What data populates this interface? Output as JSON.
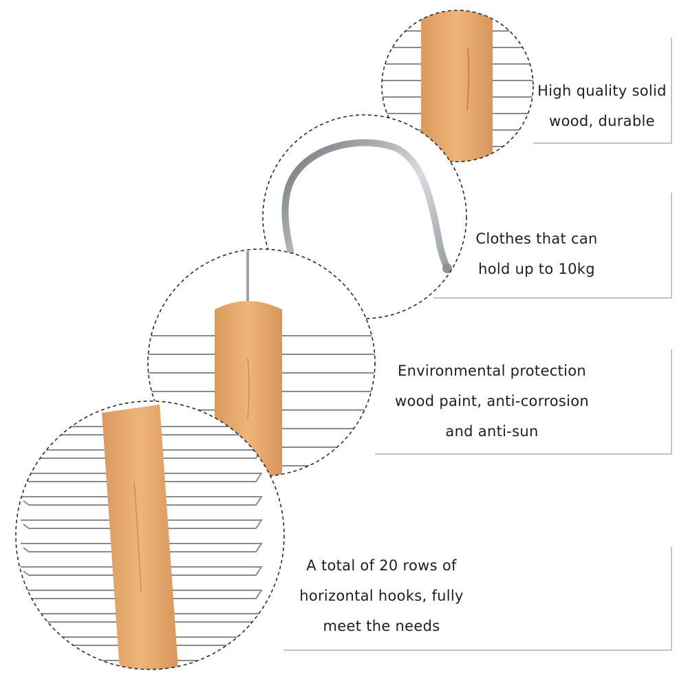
{
  "features": [
    {
      "id": "wood",
      "lines": [
        "High quality solid",
        "wood, durable"
      ]
    },
    {
      "id": "hook",
      "lines": [
        "Clothes that can",
        "hold up to 10kg"
      ]
    },
    {
      "id": "paint",
      "lines": [
        "Environmental protection",
        "wood paint, anti-corrosion",
        "and anti-sun"
      ]
    },
    {
      "id": "rows",
      "lines": [
        "A total of 20 rows of",
        "horizontal hooks, fully",
        "meet the needs"
      ]
    }
  ],
  "colors": {
    "wood": "#e9a86a",
    "wood_dark": "#d38f50",
    "wire": "#8a8a8a",
    "hook_metal": "#9ea3a8",
    "frame_line": "#c4c4c4",
    "dash": "#2a2a2a",
    "text": "#1e1e1e"
  }
}
